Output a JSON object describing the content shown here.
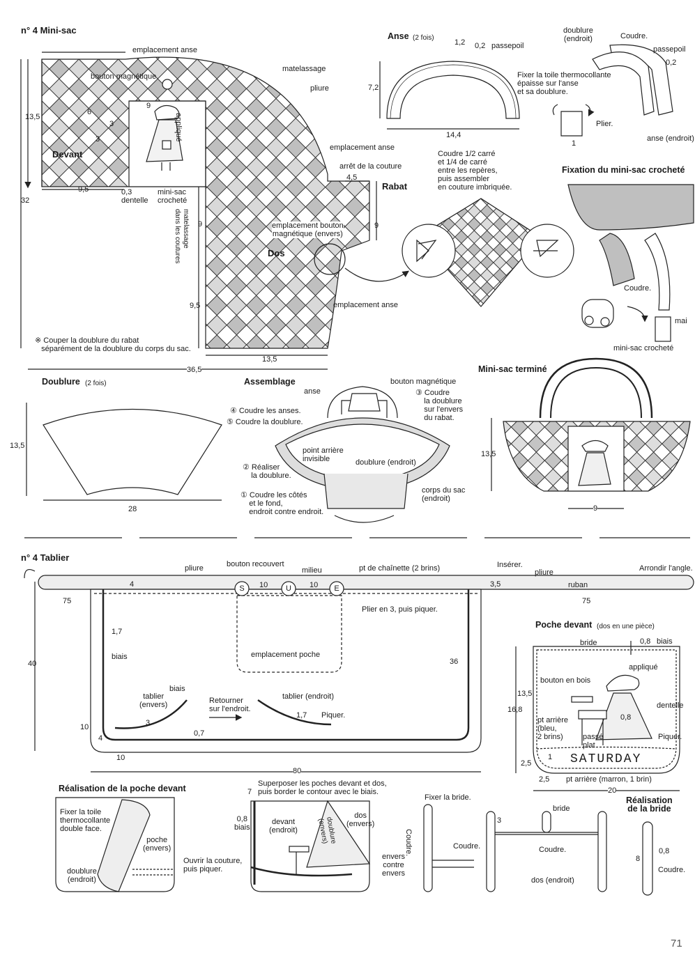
{
  "minisac": {
    "title": "n° 4   Mini-sac",
    "emplacement_anse_top": "emplacement anse",
    "bouton_magnetique": "bouton magnétique",
    "matelassage": "matelassage",
    "pliure": "pliure",
    "devant": "Devant",
    "applique": "appliqué",
    "dim_13_5": "13,5",
    "dim_6": "6",
    "dim_3a": "3",
    "dim_3b": "3",
    "dim_9_top": "9",
    "dim_32": "32",
    "dim_9_5_left": "9,5",
    "dentelle_03": "0,3\ndentelle",
    "mini_sac_croch": "mini-sac\ncrocheté",
    "mat_coutures": "matelassage\ndans les coutures",
    "dim_9_dos": "9",
    "dim_9_rabat": "9",
    "dim_4_5": "4,5",
    "emplacement_anse_mid": "emplacement anse",
    "arret_couture": "arrêt de la couture",
    "rabat": "Rabat",
    "empl_bouton": "emplacement bouton\nmagnétique (envers)",
    "dos": "Dos",
    "emplacement_anse_low": "emplacement anse",
    "dim_9_5_low": "9,5",
    "note": "※ Couper la doublure du rabat\n   séparément de la doublure du corps du sac.",
    "dim_13_5_bottom": "13,5",
    "dim_36_5": "36,5"
  },
  "anse": {
    "title": "Anse",
    "sub": "(2 fois)",
    "d1": "1,2",
    "d2": "0,2",
    "passepoil": "passepoil",
    "d72": "7,2",
    "d144": "14,4",
    "fixer": "Fixer la toile thermocollante\népaisse sur l'anse\net sa doublure.",
    "plier": "Plier.",
    "doublure_endroit": "doublure\n(endroit)",
    "coudre": "Coudre.",
    "passepoil2": "passepoil",
    "d02b": "0,2",
    "anse_endroit": "anse (endroit)",
    "d1b": "1"
  },
  "carre": {
    "text": "Coudre 1/2 carré\net 1/4 de carré\nentre les repères,\npuis assembler\nen couture imbriquée."
  },
  "fixation": {
    "title": "Fixation du mini-sac crocheté",
    "coudre": "Coudre.",
    "ma": "mai",
    "mini_sac": "mini-sac crocheté"
  },
  "doublure": {
    "title": "Doublure",
    "sub": "(2 fois)",
    "d135": "13,5",
    "d28": "28"
  },
  "assemblage": {
    "title": "Assemblage",
    "anse": "anse",
    "bouton": "bouton magnétique",
    "s4": "④ Coudre les anses.",
    "s5": "⑤ Coudre la doublure.",
    "s3": "③ Coudre\n    la doublure\n    sur l'envers\n    du rabat.",
    "point": "point arrière\ninvisible",
    "s2": "② Réaliser\n    la doublure.",
    "doublure_endroit": "doublure (endroit)",
    "s1": "① Coudre les côtés\n    et le fond,\n    endroit contre endroit.",
    "corps": "corps du sac\n(endroit)"
  },
  "termine": {
    "title": "Mini-sac terminé",
    "d135": "13,5",
    "d9": "9"
  },
  "tablier": {
    "title": "n° 4   Tablier",
    "pliure": "pliure",
    "bouton_recouvert": "bouton recouvert",
    "milieu": "milieu",
    "chainette": "pt de chaînette (2 brins)",
    "inserer": "Insérer.",
    "pliure2": "pliure",
    "arrondir": "Arrondir l'angle.",
    "d75a": "75",
    "d4": "4",
    "d10a": "10",
    "d10b": "10",
    "d3_5": "3,5",
    "ruban": "ruban",
    "d75b": "75",
    "plier3": "Plier en 3, puis piquer.",
    "d1_7": "1,7",
    "biais": "biais",
    "d40": "40",
    "empl_poche": "emplacement poche",
    "d36": "36",
    "biais2": "biais",
    "tablier_envers": "tablier\n(envers)",
    "d3": "3",
    "d07": "0,7",
    "retourner": "Retourner\nsur l'endroit.",
    "tablier_endroit": "tablier (endroit)",
    "d1_7b": "1,7",
    "piquer": "Piquer.",
    "d10c": "10",
    "d4b": "4",
    "d10d": "10",
    "d80": "80",
    "letters": [
      "S",
      "U",
      "E"
    ]
  },
  "poche": {
    "title": "Poche devant",
    "sub": "(dos en une pièce)",
    "bride": "bride",
    "d08": "0,8",
    "biais": "biais",
    "applique": "appliqué",
    "bouton_bois": "bouton en bois",
    "dentelle": "dentelle",
    "d135": "13,5",
    "d168": "16,8",
    "pt_arriere": "pt arrière\n(bleu,\n2 brins)",
    "passe_plat": "passé\nplat",
    "d08b": "0,8",
    "piquer": "Piquer.",
    "d25": "2,5",
    "d1": "1",
    "saturday": "SATURDAY",
    "d25b": "2,5",
    "pt_marron": "pt arrière (marron, 1 brin)",
    "d20": "20"
  },
  "realisation_poche": {
    "title": "Réalisation de la poche devant",
    "fixer": "Fixer la toile\nthermocollante\ndouble face.",
    "poche": "poche\n(envers)",
    "ouvrir": "Ouvrir la couture,\npuis piquer.",
    "doublure": "doublure\n(endroit)"
  },
  "superposer": {
    "text": "Superposer les poches devant et dos,\npuis border le contour avec le biais.",
    "d7": "7",
    "d08": "0,8\nbiais",
    "devant": "devant\n(endroit)",
    "doublure_envers": "doublure\n(envers)",
    "dos_envers": "dos\n(envers)",
    "envers": "envers\ncontre\nenvers"
  },
  "bride_steps": {
    "fixer": "Fixer la bride.",
    "coudre1": "Coudre.",
    "coudre_a": "Coudre.",
    "d3": "3",
    "bride": "bride",
    "coudre_b": "Coudre.",
    "dos_endroit": "dos (endroit)"
  },
  "realisation_bride": {
    "title": "Réalisation\nde la bride",
    "d08": "0,8",
    "d8": "8",
    "coudre": "Coudre."
  },
  "page_number": "71"
}
